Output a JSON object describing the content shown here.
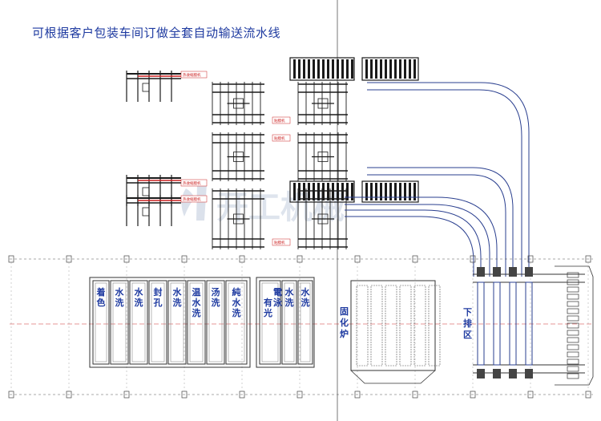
{
  "title": "可根据客户包装车间订做全套自动输送流水线",
  "watermark": "开工机械",
  "machine_labels": {
    "shrink_1": "热收缩膜机",
    "shrink_2": "热收缩膜机",
    "shrink_3": "热收缩膜机",
    "sealer_1": "贴膜机",
    "sealer_2": "贴膜机",
    "sealer_3": "贴膜机"
  },
  "tanks_left": [
    "着色",
    "水洗",
    "水洗",
    "封孔",
    "水洗",
    "温水洗",
    "汤洗",
    "純水洗"
  ],
  "tanks_right": [
    "電泳有光",
    "水洗",
    "水洗"
  ],
  "oven_label": "固化炉",
  "unload_label": "下排区",
  "colors": {
    "title": "#1e3aa0",
    "line": "#1a1a1a",
    "conveyor": "#2a3f8f",
    "label_red": "#cc2222",
    "watermark": "#b7c4d8"
  }
}
